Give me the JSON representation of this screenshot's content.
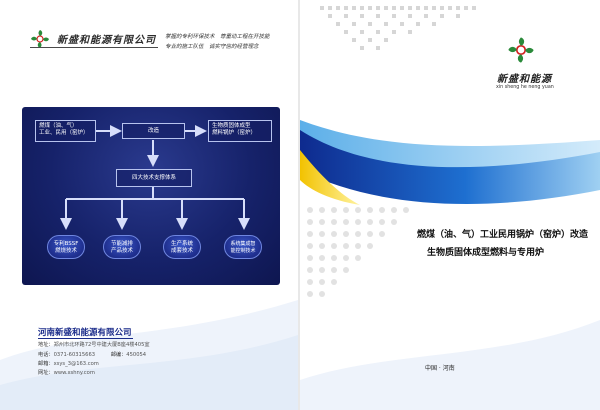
{
  "colors": {
    "brand_blue": "#1a2b8a",
    "panel_navy": "#16226a",
    "accent_yellow": "#f2c200",
    "logo_green": "#2a8a3a",
    "logo_red": "#d42020"
  },
  "header": {
    "company_name": "新盛和能源有限公司",
    "slogan_line1": "掌握的专利环保技术　尊重动工程在开技能",
    "slogan_line2": "专业的施工队伍　诚实守信的经营理念"
  },
  "diagram": {
    "source_box": "燃煤（油、气）\n工业、民用（窑炉）",
    "middle_box": "改造",
    "target_box": "生物质固体成型\n燃料锅炉（窑炉）",
    "system_box": "四大技术支撑体系",
    "pillars": [
      "专利BSSF\n燃烧技术",
      "节能减排\n产品技术",
      "生产系统\n成套技术",
      "系统集成智\n能控制技术"
    ]
  },
  "footer": {
    "company": "河南新盛和能源有限公司",
    "address_label": "地址：",
    "address": "郑州市北环路72号中建大厦B座4楼405室",
    "phone_label": "电话：",
    "phone": "0371-60315663",
    "postcode_label": "邮编：",
    "postcode": "450054",
    "email_label": "邮箱：",
    "email": "xsys_3@163.com",
    "website_label": "网址：",
    "website": "www.xshny.com"
  },
  "cover": {
    "brand_name": "新盛和能源",
    "brand_pinyin": "xin sheng he neng yuan",
    "title_line1": "燃煤（油、气）工业民用锅炉（窑炉）改造",
    "title_line2": "生物质固体成型燃料与专用炉",
    "location": "中国 · 河南"
  }
}
